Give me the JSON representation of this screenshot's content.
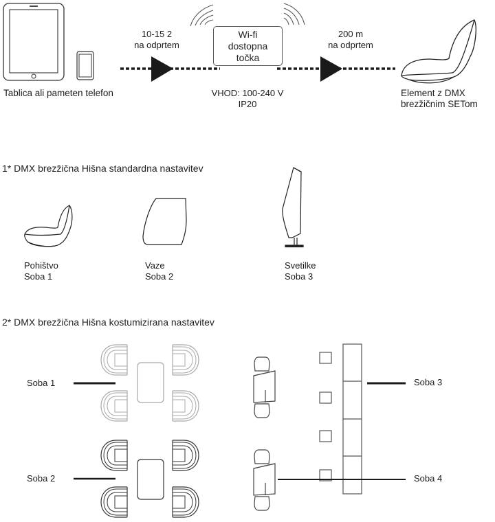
{
  "top_diagram": {
    "source_label": "Tablica ali pameten telefon",
    "link1": {
      "line1": "10-15 2",
      "line2": "na odprtem"
    },
    "access_point": {
      "line1": "Wi-fi",
      "line2": "dostopna",
      "line3": "točka"
    },
    "power": {
      "line1": "VHOD: 100-240 V",
      "line2": "IP20"
    },
    "link2": {
      "line1": "200 m",
      "line2": "na odprtem"
    },
    "target_label": {
      "line1": "Element z DMX",
      "line2": "brezžičnim SETom"
    }
  },
  "section1": {
    "title": "1* DMX brezžična Hišna standardna nastavitev",
    "items": [
      {
        "icon": "armchair-icon",
        "line1": "Pohištvo",
        "line2": "Soba 1"
      },
      {
        "icon": "vase-icon",
        "line1": "Vaze",
        "line2": "Soba 2"
      },
      {
        "icon": "floor-lamp-icon",
        "line1": "Svetilke",
        "line2": "Soba 3"
      }
    ]
  },
  "section2": {
    "title": "2* DMX brezžična Hišna kostumizirana nastavitev",
    "rooms": [
      {
        "label": "Soba 1"
      },
      {
        "label": "Soba 2"
      },
      {
        "label": "Soba 3"
      },
      {
        "label": "Soba 4"
      }
    ]
  },
  "colors": {
    "line": "#1a1a1a",
    "light_gray": "#aaaaaa",
    "mid_gray": "#555555"
  }
}
